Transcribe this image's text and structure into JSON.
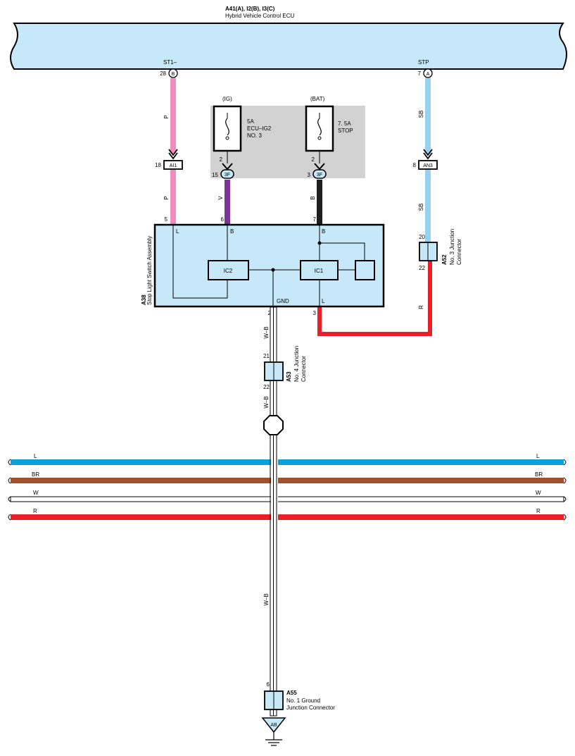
{
  "ecu": {
    "ref": "A41(A), I2(B), I3(C)",
    "name": "Hybrid Vehicle Control ECU",
    "pin_left": {
      "name": "ST1–",
      "num": "28",
      "conn": "B"
    },
    "pin_right": {
      "name": "STP",
      "num": "7",
      "conn": "A"
    }
  },
  "fuses": [
    {
      "source": "(IG)",
      "amp": "5A",
      "name1": "ECU–IG2",
      "name2": "NO. 3",
      "pin": "2",
      "term_num": "15",
      "term_conn": "3F"
    },
    {
      "source": "(BAT)",
      "amp": "7. 5A",
      "name1": "STOP",
      "name2": "",
      "pin": "2",
      "term_num": "3",
      "term_conn": "3F"
    }
  ],
  "wire_colors": {
    "p_top": "P",
    "p_bottom": "P",
    "v": "V",
    "b": "B",
    "sb_top": "SB",
    "sb_bottom": "SB",
    "r": "R",
    "wb_1": "W–B",
    "wb_2": "W–B",
    "wb_3": "W–B"
  },
  "connectors": {
    "ai1": {
      "num": "18",
      "label": "AI1"
    },
    "an3": {
      "num": "8",
      "label": "AN3"
    }
  },
  "switch": {
    "ref": "A38",
    "name": "Stop Light Switch Assembly",
    "pins": {
      "p5": "5",
      "p6": "6",
      "p7": "7",
      "p2": "2",
      "p3": "3"
    },
    "labels": {
      "l_top": "L",
      "b_mid": "B",
      "b_right": "B",
      "gnd": "GND",
      "l_bottom": "L"
    },
    "ic2": "IC2",
    "ic1": "IC1"
  },
  "a52": {
    "ref": "A52",
    "name1": "No. 3 Junction",
    "name2": "Connector",
    "pin_top": "20",
    "pin_bottom": "22"
  },
  "a53": {
    "ref": "A53",
    "name1": "No. 4 Junction",
    "name2": "Connector",
    "pin_top": "21",
    "pin_bottom": "22"
  },
  "a55": {
    "ref": "A55",
    "name1": "No.  1 Ground",
    "name2": "Junction Connector",
    "pin": "6"
  },
  "ground": {
    "label": "AB"
  },
  "bus_lines": [
    {
      "label": "L",
      "color": "#0aa0dc"
    },
    {
      "label": "BR",
      "color": "#a0502d"
    },
    {
      "label": "W",
      "color": "#ffffff"
    },
    {
      "label": "R",
      "color": "#e8202a"
    }
  ],
  "colors": {
    "pink": "#f08cbe",
    "purple": "#7d3296",
    "black": "#1e1e1e",
    "light_blue": "#96d2f0",
    "red": "#e8202a",
    "panel": "#c6e8f8",
    "fuse_box": "#d2d2d2"
  }
}
